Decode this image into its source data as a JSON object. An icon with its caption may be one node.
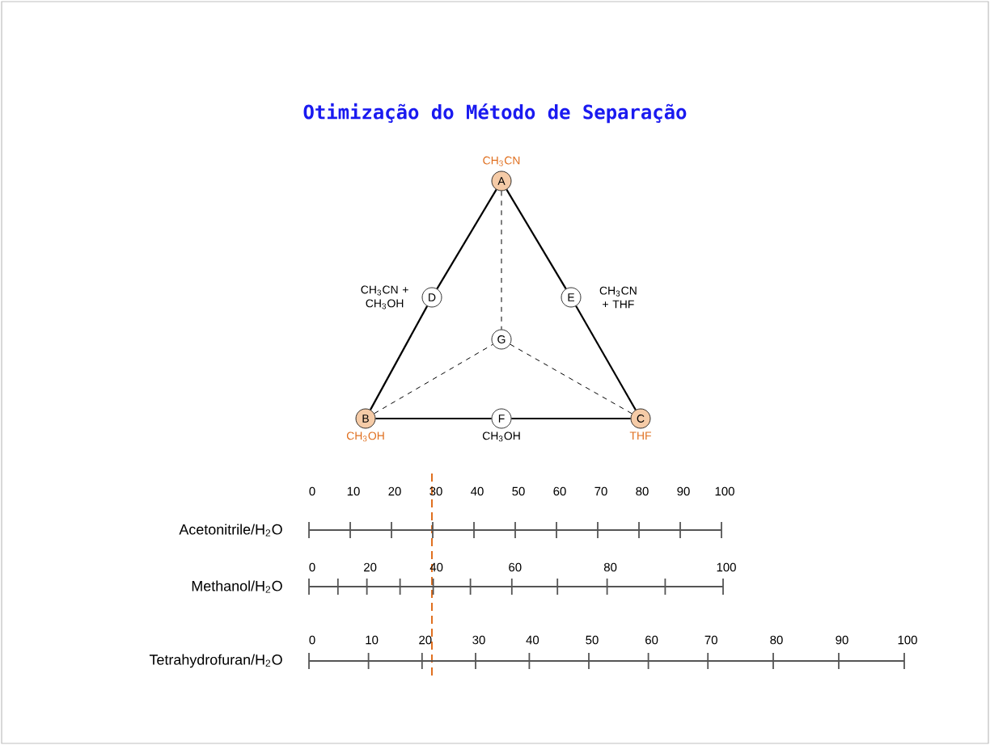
{
  "diagram": {
    "title": "Otimização do Método de Separação",
    "nodes": [
      {
        "text": [
          "A"
        ],
        "beside": [
          "CH$_{3}$CN"
        ]
      },
      {
        "text": [
          "D"
        ],
        "beside": [
          "CH$_{3}$CN + CH$_{3}$OH"
        ]
      },
      {
        "text": [
          "E"
        ],
        "beside": [
          "CH$_{3}$CN + THF"
        ]
      },
      {
        "text": [
          "G"
        ]
      },
      {
        "text": [
          "B"
        ],
        "beside": [
          "CH$_{3}$OH"
        ]
      },
      {
        "text": [
          "F"
        ],
        "beside": [
          "CH$_{3}$OH"
        ]
      },
      {
        "text": [
          "C"
        ],
        "beside": [
          "THF"
        ]
      }
    ],
    "edges": [
      {
        "from": 0,
        "to": 1,
        "arrow": "none"
      },
      {
        "from": 1,
        "to": 4,
        "arrow": "none"
      },
      {
        "from": 0,
        "to": 2,
        "arrow": "none"
      },
      {
        "from": 2,
        "to": 6,
        "arrow": "none"
      },
      {
        "from": 4,
        "to": 5,
        "arrow": "none"
      },
      {
        "from": 5,
        "to": 6,
        "arrow": "none"
      },
      {
        "from": 0,
        "to": 3,
        "arrow": "none",
        "style": "dashed"
      },
      {
        "from": 4,
        "to": 3,
        "arrow": "none",
        "style": "dashed"
      },
      {
        "from": 6,
        "to": 3,
        "arrow": "none",
        "style": "dashed"
      }
    ],
    "labels": [
      "Acetonitrile/H$_{2}$O",
      "0",
      "10",
      "20",
      "30",
      "40",
      "50",
      "60",
      "70",
      "80",
      "90",
      "100",
      "Methanol/H$_{2}$O",
      "0",
      "20",
      "40",
      "60",
      "80",
      "100",
      "Tetrahydrofuran/H$_{2}$O",
      "0",
      "10",
      "20",
      "30",
      "40",
      "50",
      "60",
      "70",
      "80",
      "90",
      "100"
    ]
  }
}
